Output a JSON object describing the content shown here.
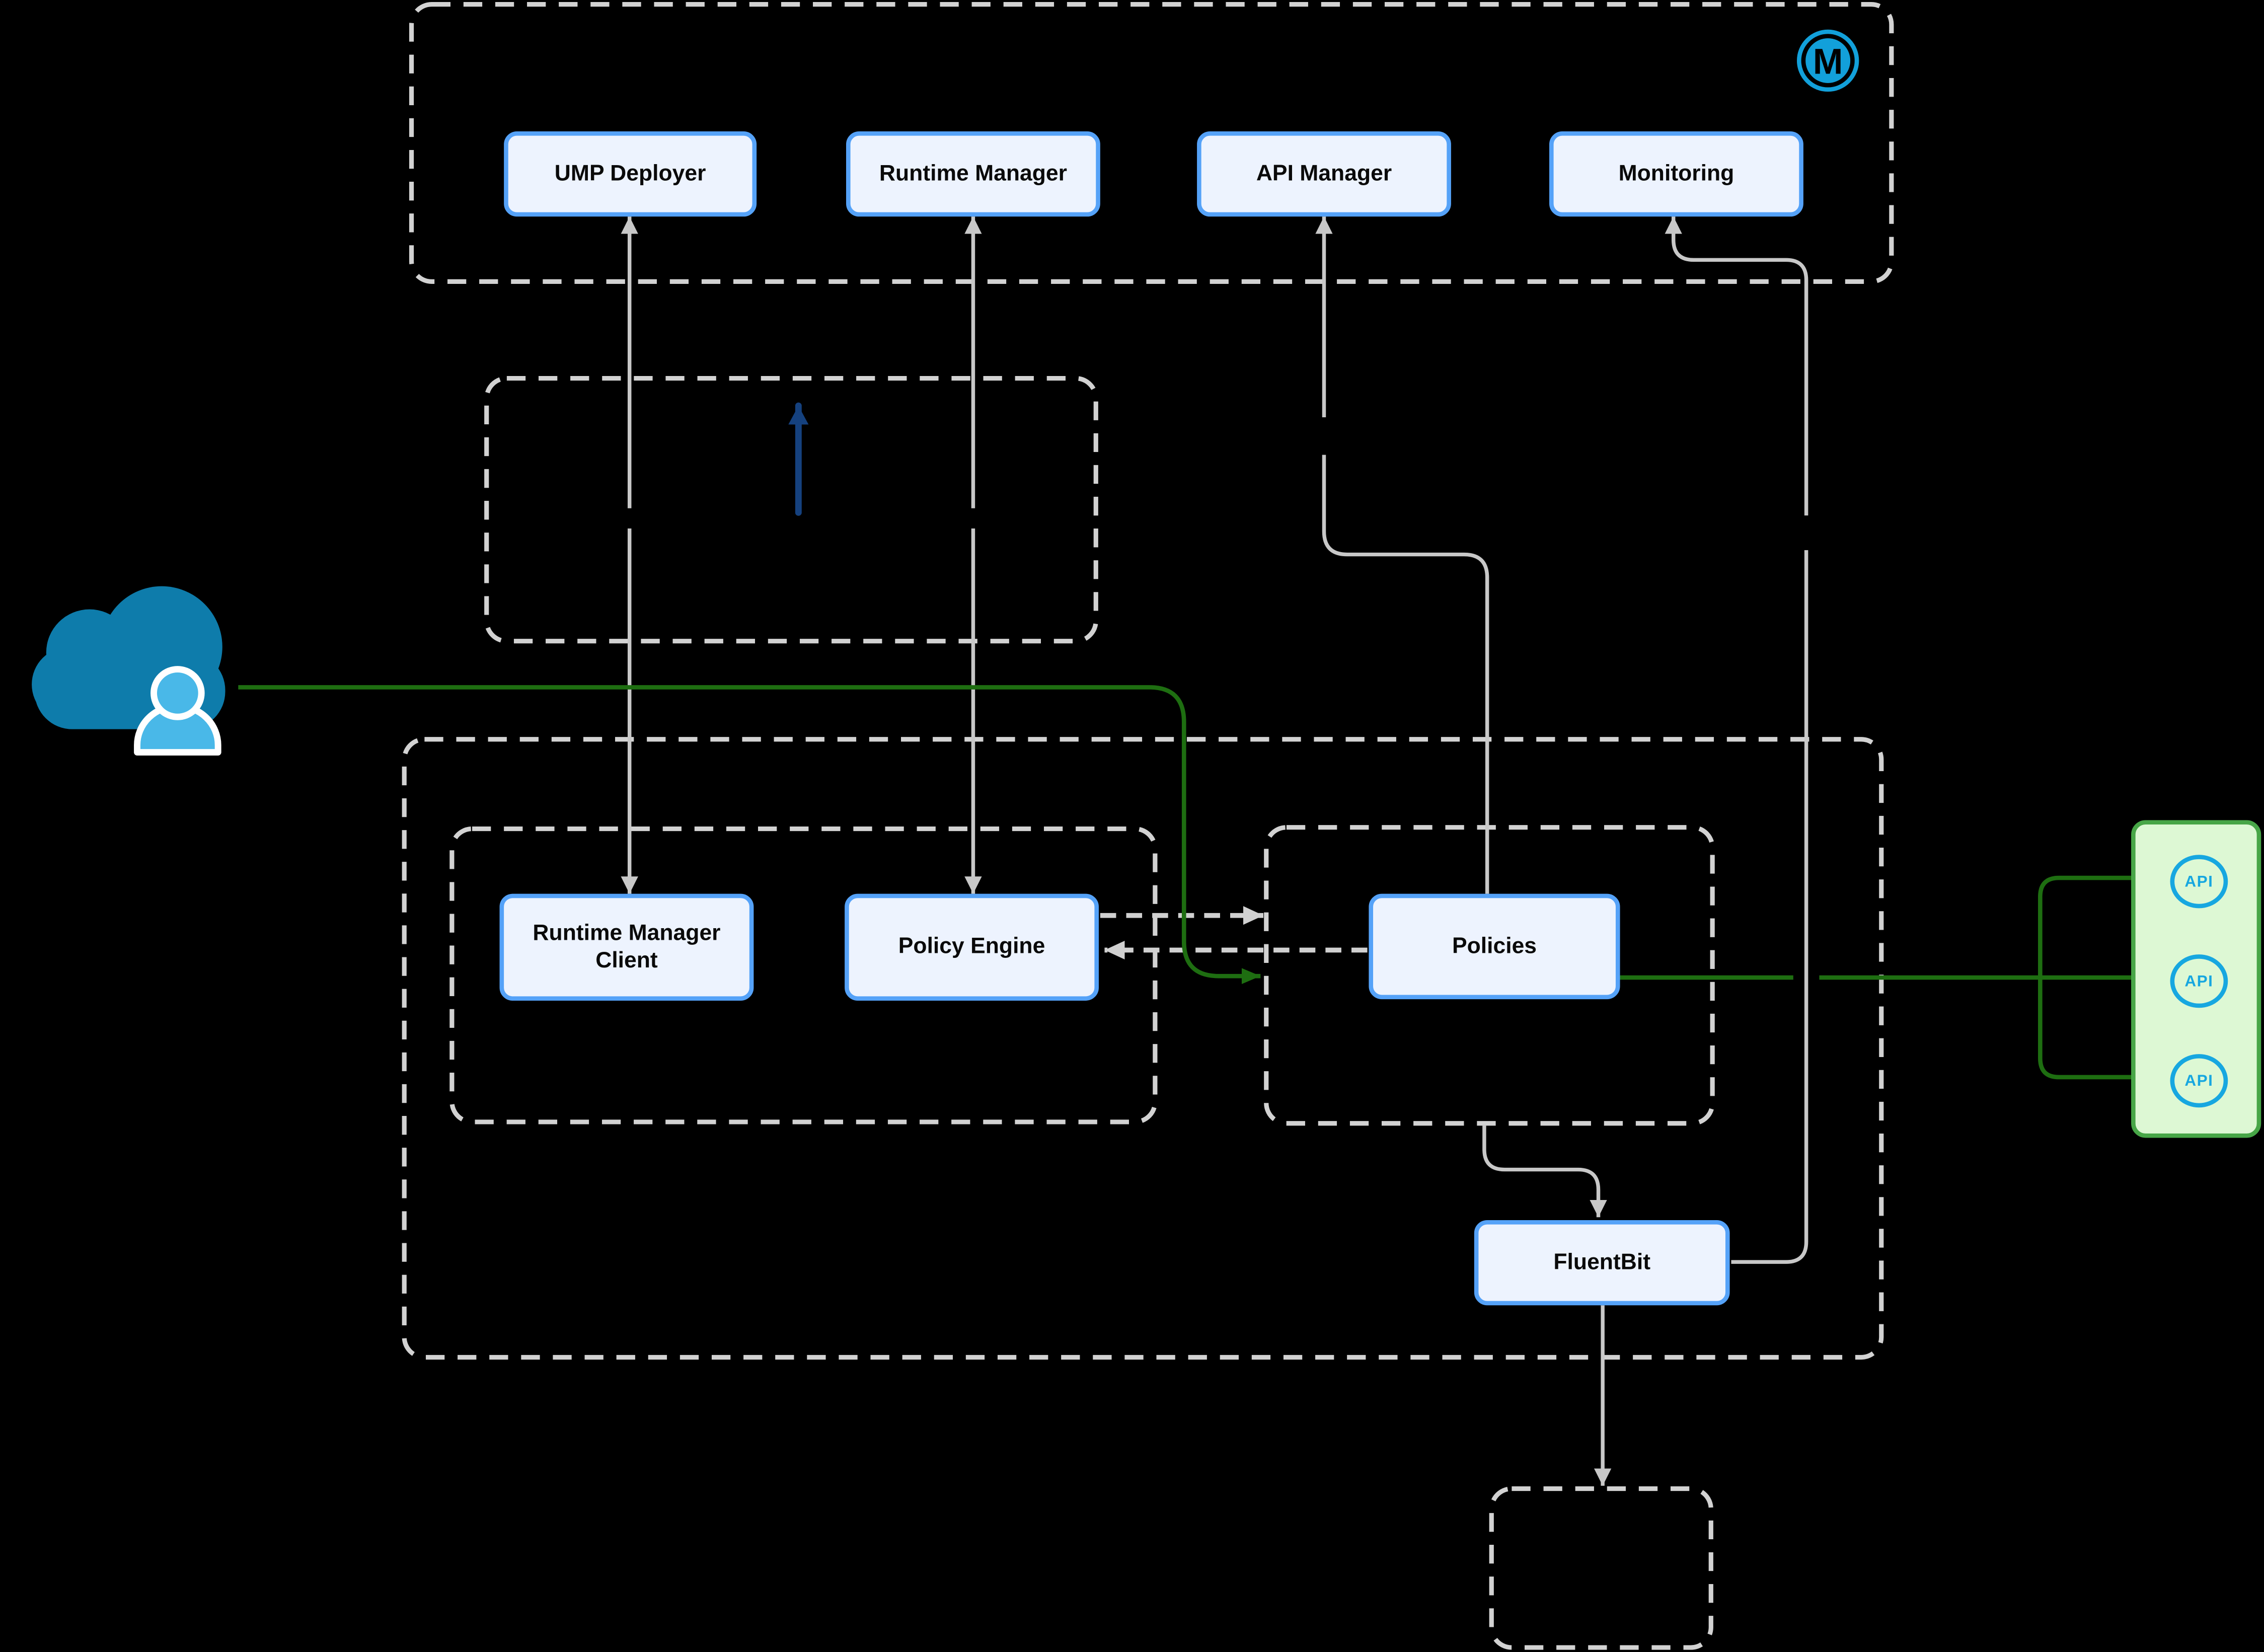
{
  "colors": {
    "node_border": "#55a2f8",
    "node_fill": "#edf3fe",
    "container_dash": "#d2d2d2",
    "line_gray": "#c8c8c8",
    "dash_arrow_gray": "#d0d0d0",
    "green": "#1e6e11",
    "arrow_blue": "#15417e",
    "panel_border": "#47a647",
    "panel_fill": "#ddf8d4",
    "api_blue": "#17a7e0",
    "cloud_blue": "#0e7cab",
    "person_blue": "#49b8e8",
    "logo_blue": "#12a0da"
  },
  "nodes": {
    "ump_deployer": {
      "label": "UMP Deployer"
    },
    "runtime_manager": {
      "label": "Runtime Manager"
    },
    "api_manager": {
      "label": "API Manager"
    },
    "monitoring": {
      "label": "Monitoring"
    },
    "runtime_manager_client": {
      "label": "Runtime Manager Client"
    },
    "policy_engine": {
      "label": "Policy Engine"
    },
    "policies": {
      "label": "Policies"
    },
    "fluentbit": {
      "label": "FluentBit"
    }
  },
  "api_panel": {
    "items": [
      {
        "label": "API"
      },
      {
        "label": "API"
      },
      {
        "label": "API"
      }
    ]
  },
  "logo": {
    "letter": "M"
  }
}
